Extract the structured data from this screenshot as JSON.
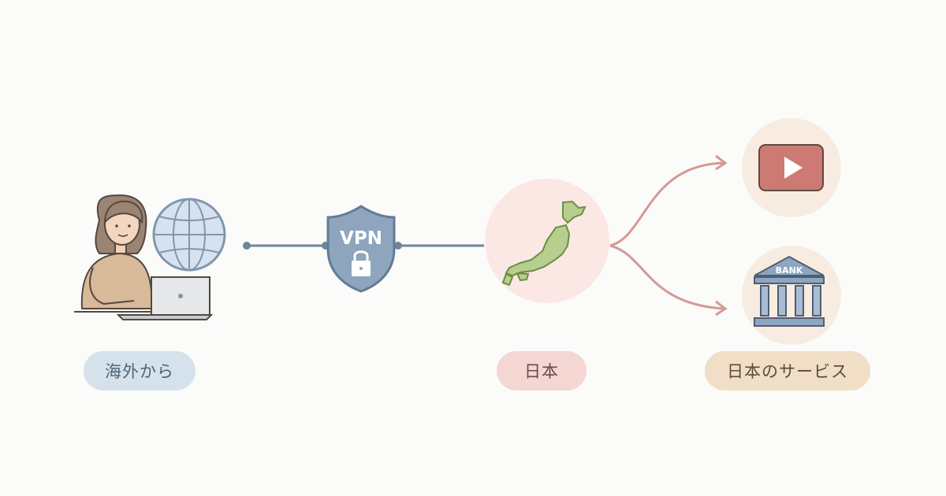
{
  "labels": {
    "overseas": "海外から",
    "japan": "日本",
    "services": "日本のサービス"
  },
  "shield": {
    "text": "VPN"
  },
  "bank": {
    "text": "BANK"
  },
  "icons": [
    "person-icon",
    "laptop-icon",
    "globe-icon",
    "vpn-shield-icon",
    "lock-icon",
    "japan-map-icon",
    "video-play-icon",
    "bank-icon"
  ],
  "colors": {
    "background": "#fbfbfa",
    "connector": "#6f8599",
    "arrow": "#d49a93",
    "shield": "#7f97b0",
    "globe": "#a9bcd2",
    "japan_circle": "#fbe7e4",
    "japan_land": "#b7cf8e",
    "service_circle": "#f7ecdf",
    "video": "#cc7a73",
    "bank": "#8da6c2",
    "pill_overseas": "#d5e2ec",
    "pill_japan": "#f4d6d3",
    "pill_services": "#f0dfc6"
  }
}
